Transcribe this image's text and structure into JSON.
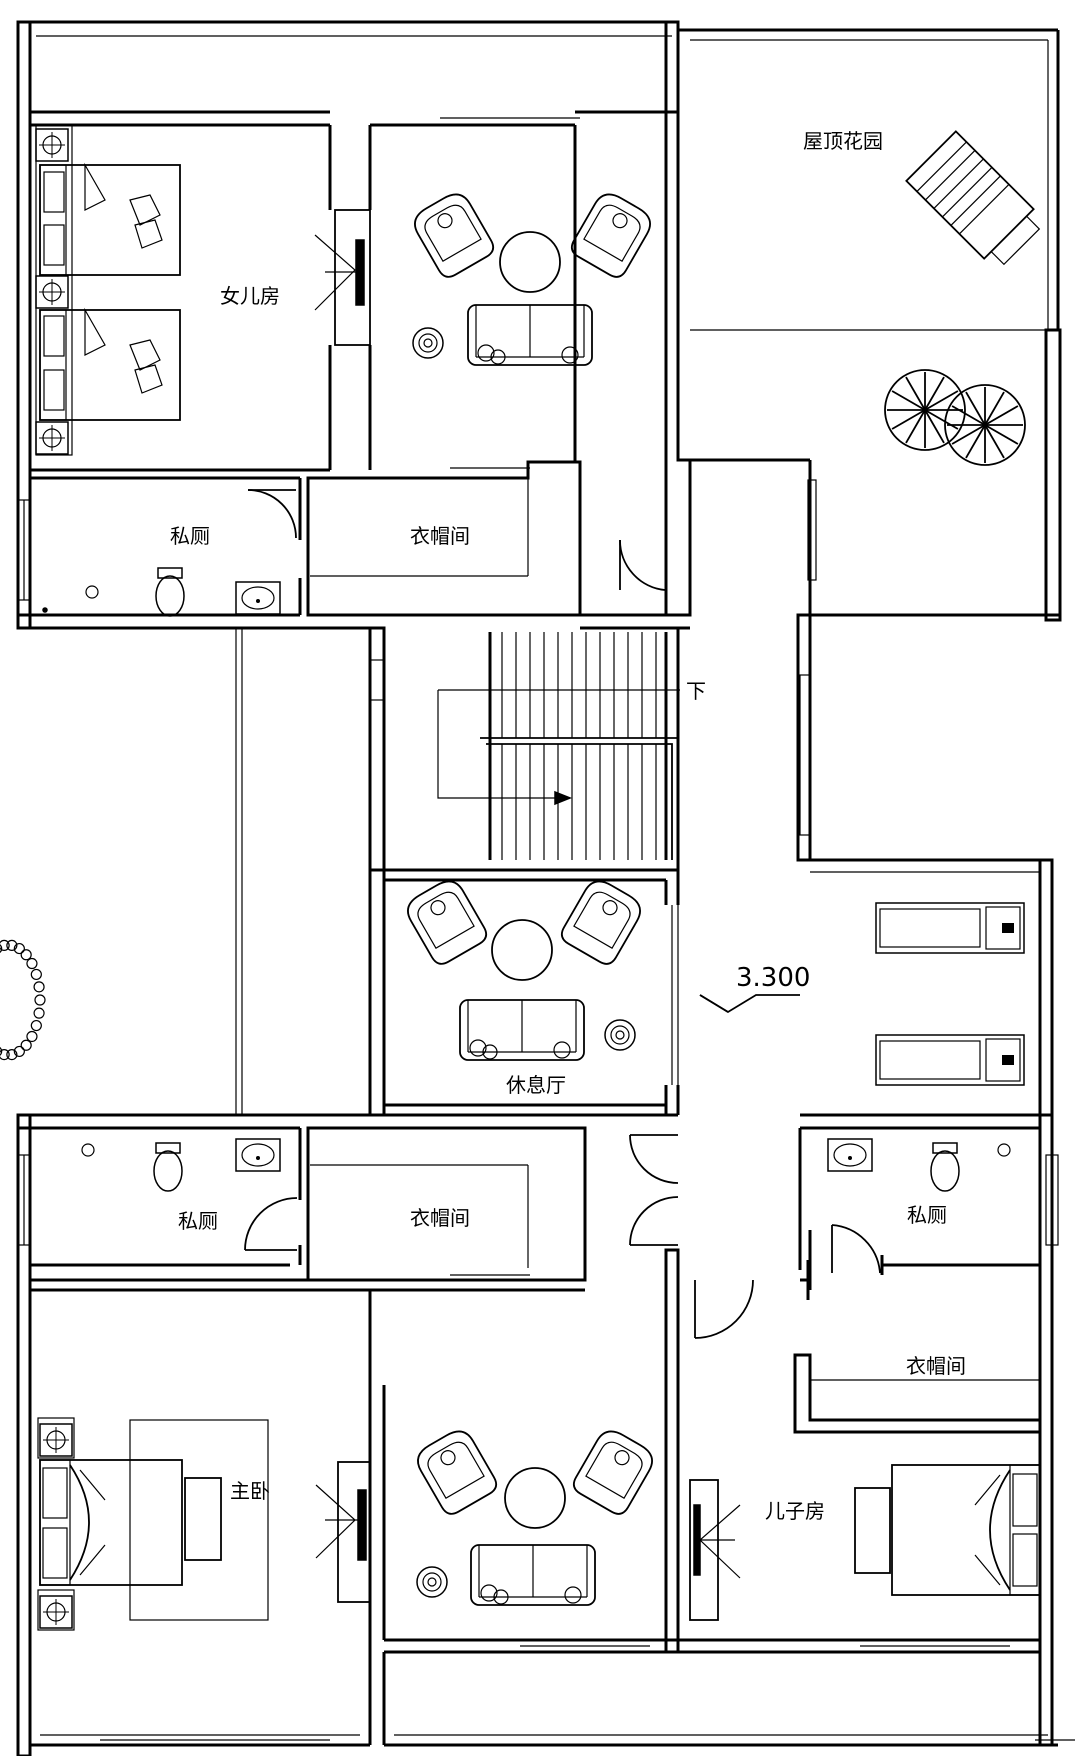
{
  "plan": {
    "elevation": "3.300",
    "stair_direction": "下",
    "rooms": {
      "daughter_room": "女儿房",
      "roof_garden": "屋顶花园",
      "private_wc_top": "私厕",
      "wardrobe_top": "衣帽间",
      "lounge": "休息厅",
      "private_wc_left": "私厕",
      "wardrobe_left": "衣帽间",
      "private_wc_right": "私厕",
      "wardrobe_right": "衣帽间",
      "master_bedroom": "主卧",
      "son_room": "儿子房"
    }
  }
}
